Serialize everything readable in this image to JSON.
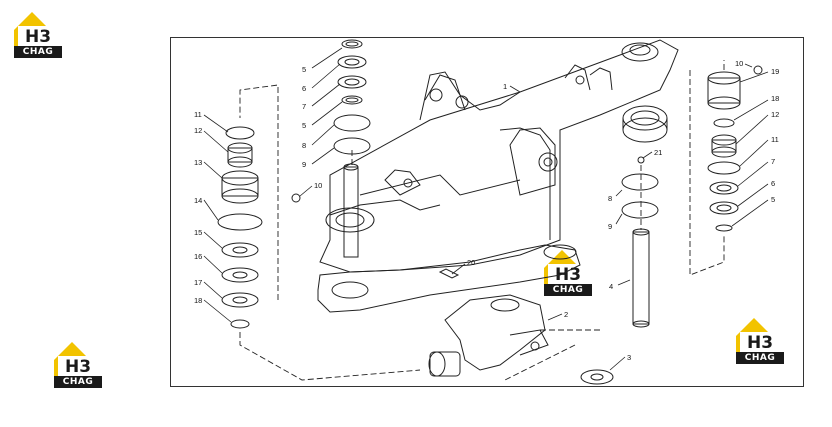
{
  "logos": [
    {
      "mark": "H3",
      "text": "CHAG"
    },
    {
      "mark": "H3",
      "text": "CHAG"
    },
    {
      "mark": "H3",
      "text": "CHAG"
    },
    {
      "mark": "H3",
      "text": "CHAG"
    }
  ],
  "labels": {
    "l1": "1",
    "l2": "2",
    "l3": "3",
    "l4": "4",
    "l5a": "5",
    "l6a": "6",
    "l7a": "7",
    "l5b": "5",
    "l8a": "8",
    "l9a": "9",
    "l10a": "10",
    "l11a": "11",
    "l12a": "12",
    "l13": "13",
    "l14": "14",
    "l15": "15",
    "l16": "16",
    "l17": "17",
    "l18a": "18",
    "l20": "20",
    "l21": "21",
    "l8b": "8",
    "l9b": "9",
    "l10b": "10",
    "l19": "19",
    "l18b": "18",
    "l12b": "12",
    "l11b": "11",
    "l7b": "7",
    "l6b": "6",
    "l5c": "5"
  },
  "colors": {
    "logo_yellow": "#f2c300",
    "logo_dark": "#1a1a1a",
    "line": "#222222"
  }
}
